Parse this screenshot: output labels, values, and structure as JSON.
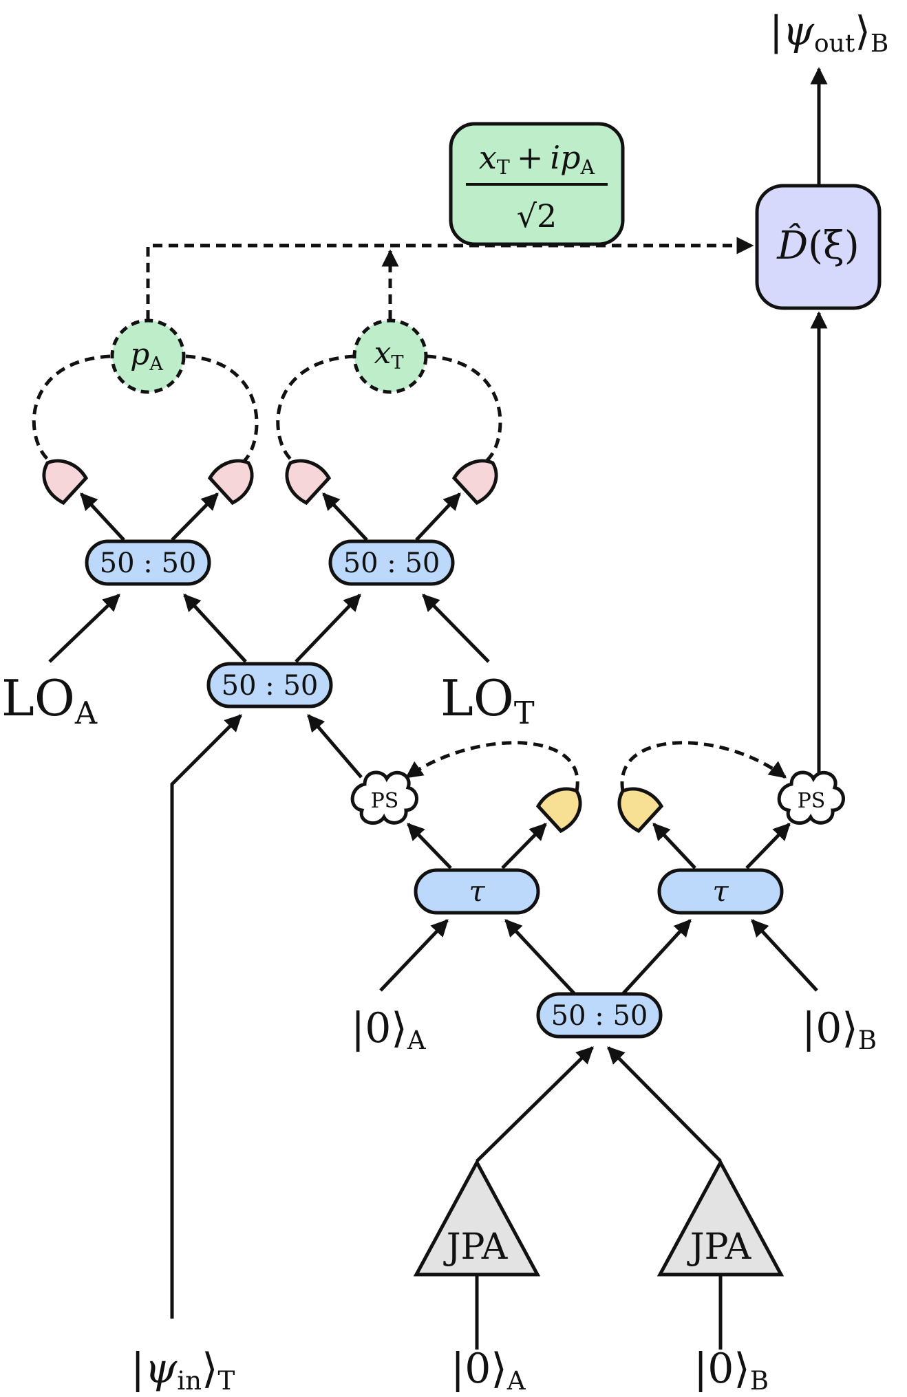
{
  "colors": {
    "beam_splitter": "#bcd8fb",
    "measurement": "#bdeec9",
    "displacement": "#d6d9fb",
    "detector_homodyne": "#f6d6d9",
    "detector_subtraction": "#f7df93",
    "amplifier": "#e3e3e3",
    "line": "#111111"
  },
  "icons": [
    "homodyne-detector-icon",
    "photon-detector-icon",
    "photon-subtraction-icon",
    "amplifier-triangle-icon",
    "arrow-icon"
  ],
  "beam_splitters": {
    "homodyne_a": "50 : 50",
    "homodyne_t": "50 : 50",
    "bell": "50 : 50",
    "tmsv": "50 : 50",
    "tap_a": "τ",
    "tap_b": "τ"
  },
  "amplifiers": {
    "left": "JPA",
    "right": "JPA"
  },
  "subtraction": {
    "left": "PS",
    "right": "PS"
  },
  "measurements": {
    "p_main": "p",
    "p_sub": "A",
    "x_main": "x",
    "x_sub": "T"
  },
  "feedforward": {
    "num_x": "x",
    "num_x_sub": "T",
    "num_plus": "+",
    "num_ip": "ip",
    "num_p_sub": "A",
    "den": "√2"
  },
  "displacement": {
    "symbol": "D̂",
    "arg": "(ξ)"
  },
  "labels": {
    "lo_a_main": "LO",
    "lo_a_sub": "A",
    "lo_t_main": "LO",
    "lo_t_sub": "T",
    "vac_a_mid_open": "|0⟩",
    "vac_a_mid_sub": "A",
    "vac_b_mid_open": "|0⟩",
    "vac_b_mid_sub": "B",
    "vac_a_bot_open": "|0⟩",
    "vac_a_bot_sub": "A",
    "vac_b_bot_open": "|0⟩",
    "vac_b_bot_sub": "B",
    "psi_in_open": "|ψ",
    "psi_in_sub1": "in",
    "psi_in_close": "⟩",
    "psi_in_sub2": "T",
    "psi_out_open": "|ψ",
    "psi_out_sub1": "out",
    "psi_out_close": "⟩",
    "psi_out_sub2": "B"
  }
}
